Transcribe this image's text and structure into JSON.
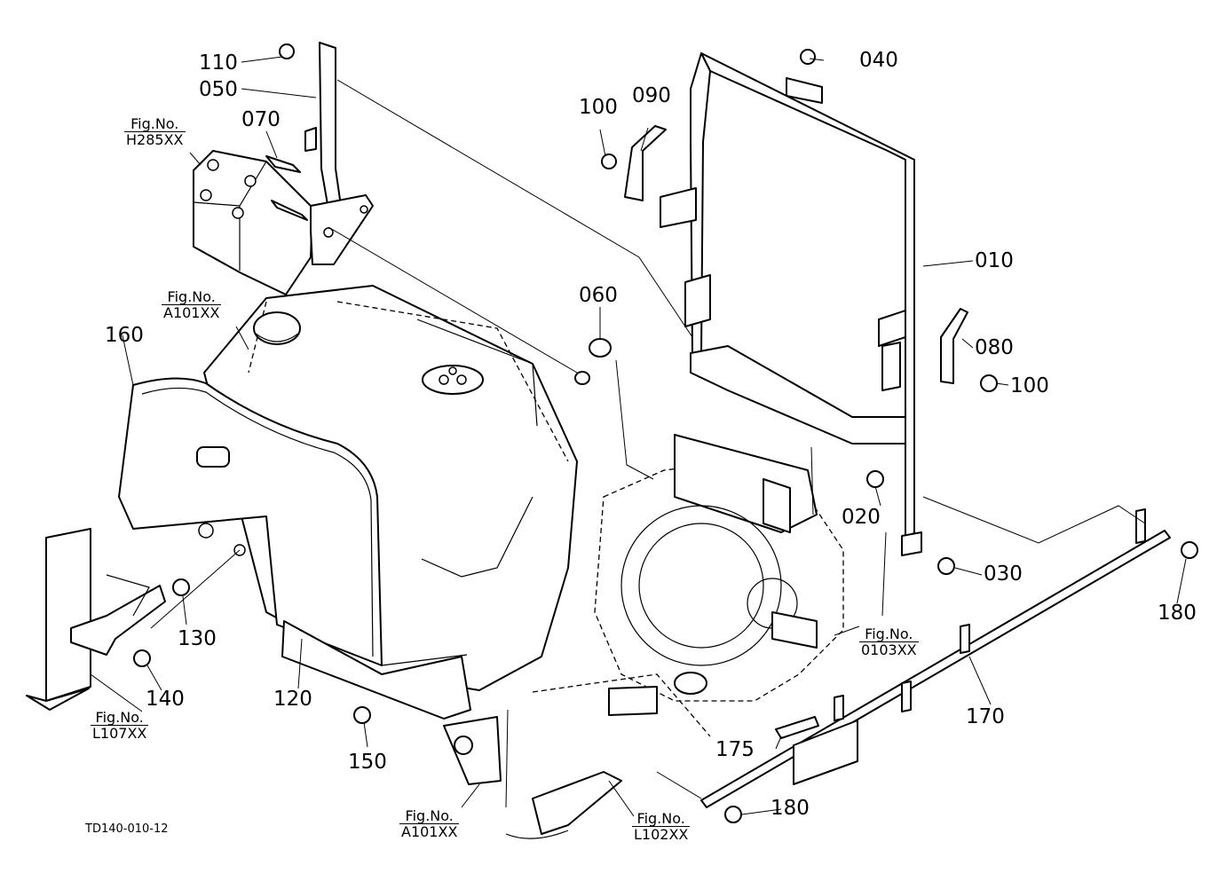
{
  "drawing_code": "TD140-010-12",
  "parts": [
    {
      "id": "p010",
      "number": "010"
    },
    {
      "id": "p020",
      "number": "020"
    },
    {
      "id": "p030",
      "number": "030"
    },
    {
      "id": "p040",
      "number": "040"
    },
    {
      "id": "p050",
      "number": "050"
    },
    {
      "id": "p060",
      "number": "060"
    },
    {
      "id": "p070",
      "number": "070"
    },
    {
      "id": "p080",
      "number": "080"
    },
    {
      "id": "p090",
      "number": "090"
    },
    {
      "id": "p100a",
      "number": "100"
    },
    {
      "id": "p100b",
      "number": "100"
    },
    {
      "id": "p110",
      "number": "110"
    },
    {
      "id": "p120",
      "number": "120"
    },
    {
      "id": "p130",
      "number": "130"
    },
    {
      "id": "p140",
      "number": "140"
    },
    {
      "id": "p150",
      "number": "150"
    },
    {
      "id": "p160",
      "number": "160"
    },
    {
      "id": "p170",
      "number": "170"
    },
    {
      "id": "p175",
      "number": "175"
    },
    {
      "id": "p180a",
      "number": "180"
    },
    {
      "id": "p180b",
      "number": "180"
    }
  ],
  "figure_refs": [
    {
      "id": "h285",
      "label": "Fig.No.",
      "code": "H285XX"
    },
    {
      "id": "a101top",
      "label": "Fig.No.",
      "code": "A101XX"
    },
    {
      "id": "l107",
      "label": "Fig.No.",
      "code": "L107XX"
    },
    {
      "id": "a101bottom",
      "label": "Fig.No.",
      "code": "A101XX"
    },
    {
      "id": "l102",
      "label": "Fig.No.",
      "code": "L102XX"
    },
    {
      "id": "o103",
      "label": "Fig.No.",
      "code": "0103XX"
    }
  ]
}
